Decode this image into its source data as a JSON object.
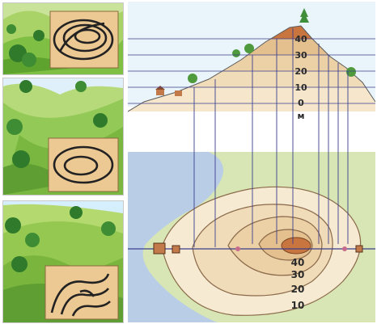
{
  "side_panels": [
    {
      "name": "hill-plateau-panel"
    },
    {
      "name": "valley-basin-panel"
    },
    {
      "name": "ridge-spur-panel"
    }
  ],
  "profile": {
    "height_labels": [
      "40",
      "30",
      "20",
      "10",
      "0"
    ],
    "unit_label": "м"
  },
  "map": {
    "contour_labels": [
      "40",
      "30",
      "20",
      "10"
    ]
  },
  "colors": {
    "sky": "#e9f3fb",
    "water": "#b9cde6",
    "land": "#d7e6b4",
    "contour_fill_light": "#f6ead2",
    "contour_fill_mid": "#ecd1a8",
    "peak": "#c9753f",
    "line": "#3b3f8c"
  }
}
